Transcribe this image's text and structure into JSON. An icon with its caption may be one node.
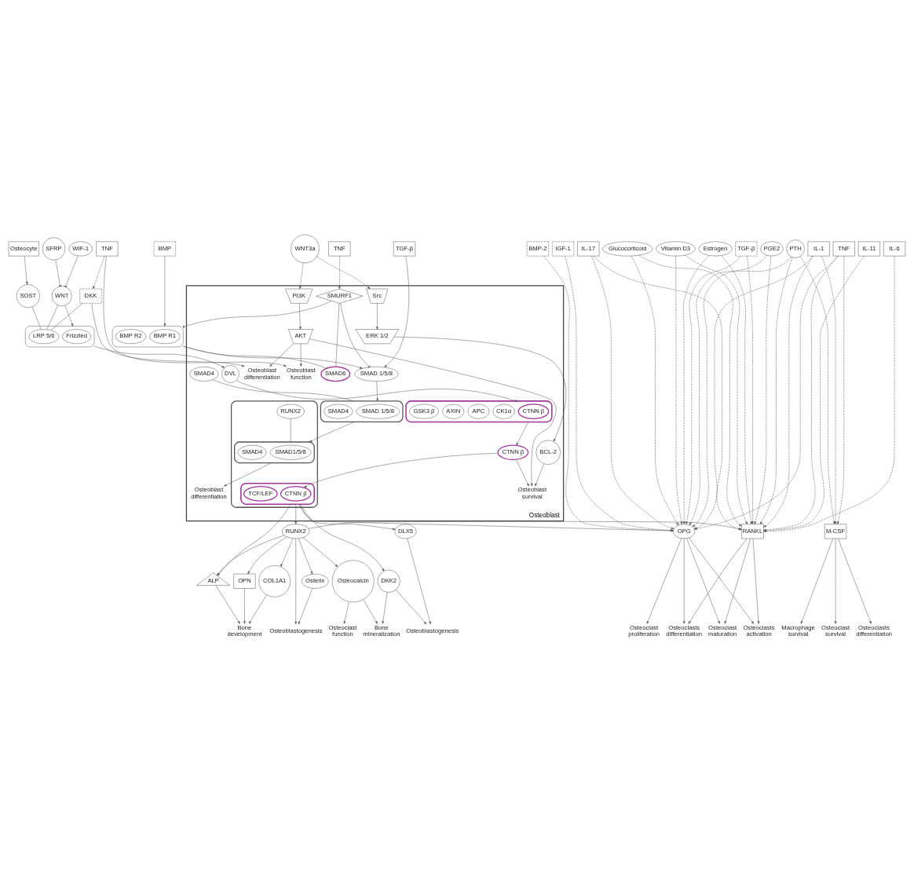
{
  "diagram": {
    "nodes": [
      {
        "text": [
          "IGF-1"
        ]
      },
      {
        "text": [
          "BMP-2"
        ]
      },
      {
        "text": [
          "PGE2"
        ]
      },
      {
        "text": [
          "Glucocorticoid"
        ]
      },
      {
        "text": [
          "Estrogen"
        ]
      },
      {
        "text": [
          "Vitamin D3"
        ]
      },
      {
        "text": [
          "PTH"
        ]
      },
      {
        "text": [
          "TNF"
        ]
      },
      {
        "text": [
          "IL-1"
        ]
      },
      {
        "text": [
          "IL-17"
        ]
      },
      {
        "text": [
          "TGF-β"
        ]
      },
      {
        "text": [
          "IL-11"
        ]
      },
      {
        "text": [
          "IL-6"
        ]
      },
      {
        "text": [
          "SFRP"
        ]
      },
      {
        "text": [
          "Osteocyte"
        ]
      },
      {
        "text": [
          "WIF-1"
        ]
      },
      {
        "text": [
          "TNF"
        ]
      },
      {
        "text": [
          "WNT"
        ]
      },
      {
        "text": [
          "SOST"
        ]
      },
      {
        "text": [
          "DKK"
        ]
      },
      {
        "text": [
          "WNT3a"
        ]
      },
      {
        "text": [
          "TGF-β"
        ]
      },
      {
        "text": [
          "BMP"
        ]
      },
      {
        "text": [
          "TNF"
        ]
      },
      {
        "text": [
          "Osteoblast"
        ]
      },
      {
        "text": [],
        "shape": "box"
      },
      {
        "text": [
          "Frizzled"
        ],
        "in": 25
      },
      {
        "text": [
          "LRP 5/6"
        ],
        "in": 25
      },
      {
        "text": [],
        "shape": "box"
      },
      {
        "text": [
          "BMP R1"
        ],
        "in": 28
      },
      {
        "text": [
          "BMP R2"
        ],
        "in": 28
      },
      {
        "text": [
          "DVL"
        ],
        "in": 24
      },
      {
        "text": [],
        "shape": "box",
        "in": 24
      },
      {
        "text": [
          "CTNN β"
        ],
        "in": 32
      },
      {
        "text": [
          "CK1α"
        ],
        "in": 32
      },
      {
        "text": [
          "APC"
        ],
        "in": 32
      },
      {
        "text": [
          "AXIN"
        ],
        "in": 32
      },
      {
        "text": [
          "GSK3 β"
        ],
        "in": 32
      },
      {
        "text": [
          "Osteoblast function"
        ],
        "in": 24
      },
      {
        "text": [
          "PI3K"
        ],
        "in": 24
      },
      {
        "text": [
          "Src"
        ],
        "in": 24
      },
      {
        "text": [
          "AKT"
        ],
        "in": 24
      },
      {
        "text": [
          "ERK 1/2"
        ],
        "in": 24
      },
      {
        "text": [
          "BCL-2"
        ],
        "in": 24
      },
      {
        "text": [
          "Osteoblast differentiation"
        ],
        "in": 24
      },
      {
        "text": [
          "SMAD6"
        ],
        "in": 24
      },
      {
        "text": [
          "SMAD 1/5/8"
        ],
        "in": 24
      },
      {
        "text": [
          "SMURF1"
        ],
        "in": 24
      },
      {
        "text": [
          "SMAD4"
        ],
        "in": 24
      },
      {
        "text": [],
        "shape": "box",
        "in": 24
      },
      {
        "text": [
          "SMAD 1/5/8"
        ],
        "in": 49
      },
      {
        "text": [
          "SMAD4"
        ],
        "in": 49
      },
      {
        "text": [
          "CTNN β"
        ],
        "in": 24
      },
      {
        "text": [
          "Osteoblast survival"
        ],
        "in": 24
      },
      {
        "text": [],
        "shape": "box",
        "in": 24
      },
      {
        "text": [],
        "shape": "box",
        "in": 54
      },
      {
        "text": [
          "CTNN β"
        ],
        "in": 55
      },
      {
        "text": [
          "TCF/LEF"
        ],
        "in": 55
      },
      {
        "text": [
          "RUNX2"
        ],
        "in": 54
      },
      {
        "text": [],
        "shape": "box",
        "in": 54
      },
      {
        "text": [
          "SMAD1/5/8"
        ],
        "in": 59
      },
      {
        "text": [
          "SMAD4"
        ],
        "in": 59
      },
      {
        "text": [
          "Osteoblast differentiation"
        ],
        "in": 24
      },
      {
        "text": [
          "M-CSF"
        ]
      },
      {
        "text": [
          "OPG"
        ]
      },
      {
        "text": [
          "RANKL"
        ]
      },
      {
        "text": [
          "RUNX2"
        ]
      },
      {
        "text": [
          "Osterix"
        ]
      },
      {
        "text": [
          "ALP"
        ]
      },
      {
        "text": [
          "COL1A1"
        ]
      },
      {
        "text": [
          "OPN"
        ]
      },
      {
        "text": [
          "Osteocalcin"
        ]
      },
      {
        "text": [
          "DKK2"
        ]
      },
      {
        "text": [
          "DLX5"
        ]
      },
      {
        "text": [
          "Macrophage survival"
        ]
      },
      {
        "text": [
          "Osteoclast survival"
        ]
      },
      {
        "text": [
          "Osteoclasts differentiation"
        ]
      },
      {
        "text": [
          "Osteoclast proliferation"
        ]
      },
      {
        "text": [
          "Osteoclasts differentiation"
        ]
      },
      {
        "text": [
          "Osteoclast maturation"
        ]
      },
      {
        "text": [
          "Osteoclasts activation"
        ]
      },
      {
        "text": [
          "Osteoblastogenesis"
        ]
      },
      {
        "text": [
          "Bone development"
        ]
      },
      {
        "text": [
          "Osteoclast function"
        ]
      },
      {
        "text": [
          "Bone mineralization"
        ]
      },
      {
        "text": [
          "Osteoblastogenesis"
        ]
      }
    ],
    "edges": [
      {
        "from": 15,
        "to": 17,
        "arrow": "other"
      },
      {
        "from": 13,
        "to": 17,
        "arrow": "other"
      },
      {
        "from": 14,
        "to": 18,
        "arrow": "to"
      },
      {
        "from": 16,
        "to": 19,
        "arrow": "to",
        "style": "dashed"
      },
      {
        "from": 17,
        "to": 25,
        "arrow": "to"
      },
      {
        "from": 17,
        "to": 27,
        "arrow": "none"
      },
      {
        "from": 18,
        "to": 27,
        "arrow": "none"
      },
      {
        "from": 19,
        "to": 27,
        "arrow": "none"
      },
      {
        "from": 16,
        "to": 38,
        "arrow": "to"
      },
      {
        "from": 19,
        "to": 44,
        "arrow": "to"
      },
      {
        "from": 25,
        "to": 31,
        "arrow": "to"
      },
      {
        "from": 31,
        "to": 32,
        "arrow": "other"
      },
      {
        "from": 32,
        "to": 52,
        "arrow": "to"
      },
      {
        "from": 52,
        "to": 53,
        "arrow": "to"
      },
      {
        "from": 52,
        "to": 56,
        "arrow": "to"
      },
      {
        "from": 20,
        "to": 39,
        "arrow": "to",
        "style": "dashed"
      },
      {
        "from": 20,
        "to": 40,
        "arrow": "to",
        "style": "dashed"
      },
      {
        "from": 39,
        "to": 41,
        "arrow": "to"
      },
      {
        "from": 40,
        "to": 42,
        "arrow": "to"
      },
      {
        "from": 42,
        "to": 43,
        "arrow": "to"
      },
      {
        "from": 41,
        "to": 38,
        "arrow": "to"
      },
      {
        "from": 41,
        "to": 44,
        "arrow": "to"
      },
      {
        "from": 41,
        "to": 53,
        "arrow": "to"
      },
      {
        "from": 43,
        "to": 53,
        "arrow": "to"
      },
      {
        "from": 21,
        "to": 46,
        "arrow": "to"
      },
      {
        "from": 22,
        "to": 28,
        "arrow": "to"
      },
      {
        "from": 23,
        "to": 47,
        "arrow": "to",
        "style": "dashed"
      },
      {
        "from": 28,
        "to": 46,
        "arrow": "to"
      },
      {
        "from": 28,
        "to": 45,
        "arrow": "none"
      },
      {
        "from": 45,
        "to": 47,
        "arrow": "none"
      },
      {
        "from": 47,
        "to": 28,
        "arrow": "other"
      },
      {
        "from": 47,
        "to": 46,
        "arrow": "other"
      },
      {
        "from": 46,
        "to": 49,
        "arrow": "to"
      },
      {
        "from": 48,
        "to": 49,
        "arrow": "none"
      },
      {
        "from": 49,
        "to": 59,
        "arrow": "to"
      },
      {
        "from": 58,
        "to": 59,
        "arrow": "none"
      },
      {
        "from": 59,
        "to": 62,
        "arrow": "to"
      },
      {
        "from": 55,
        "to": 64,
        "arrow": "to"
      },
      {
        "from": 55,
        "to": 66,
        "arrow": "to"
      },
      {
        "from": 55,
        "to": 68,
        "arrow": "to"
      },
      {
        "from": 55,
        "to": 72,
        "arrow": "to"
      },
      {
        "from": 55,
        "to": 73,
        "arrow": "to"
      },
      {
        "from": 0,
        "to": 64,
        "arrow": "to",
        "style": "dashed"
      },
      {
        "from": 1,
        "to": 64,
        "arrow": "to",
        "style": "dashed"
      },
      {
        "from": 2,
        "to": 64,
        "arrow": "to",
        "style": "dashed"
      },
      {
        "from": 2,
        "to": 65,
        "arrow": "to",
        "style": "dashed"
      },
      {
        "from": 3,
        "to": 64,
        "arrow": "to",
        "style": "dashed"
      },
      {
        "from": 3,
        "to": 65,
        "arrow": "to",
        "style": "dashed"
      },
      {
        "from": 4,
        "to": 64,
        "arrow": "to",
        "style": "dashed"
      },
      {
        "from": 4,
        "to": 65,
        "arrow": "to",
        "style": "dashed"
      },
      {
        "from": 5,
        "to": 64,
        "arrow": "to",
        "style": "dashed"
      },
      {
        "from": 5,
        "to": 65,
        "arrow": "to",
        "style": "dashed"
      },
      {
        "from": 6,
        "to": 63,
        "arrow": "to",
        "style": "dashed"
      },
      {
        "from": 6,
        "to": 64,
        "arrow": "to",
        "style": "dashed"
      },
      {
        "from": 6,
        "to": 65,
        "arrow": "to",
        "style": "dashed"
      },
      {
        "from": 7,
        "to": 63,
        "arrow": "to",
        "style": "dashed"
      },
      {
        "from": 7,
        "to": 64,
        "arrow": "to",
        "style": "dashed"
      },
      {
        "from": 7,
        "to": 65,
        "arrow": "to",
        "style": "dashed"
      },
      {
        "from": 8,
        "to": 63,
        "arrow": "to",
        "style": "dashed"
      },
      {
        "from": 8,
        "to": 64,
        "arrow": "to",
        "style": "dashed"
      },
      {
        "from": 8,
        "to": 65,
        "arrow": "to",
        "style": "dashed"
      },
      {
        "from": 9,
        "to": 64,
        "arrow": "to",
        "style": "dashed"
      },
      {
        "from": 9,
        "to": 65,
        "arrow": "to",
        "style": "dashed"
      },
      {
        "from": 10,
        "to": 64,
        "arrow": "to",
        "style": "dashed"
      },
      {
        "from": 10,
        "to": 65,
        "arrow": "to",
        "style": "dashed"
      },
      {
        "from": 11,
        "to": 65,
        "arrow": "to",
        "style": "dashed"
      },
      {
        "from": 12,
        "to": 65,
        "arrow": "to",
        "style": "dashed"
      },
      {
        "from": 63,
        "to": 74,
        "arrow": "to"
      },
      {
        "from": 63,
        "to": 75,
        "arrow": "to"
      },
      {
        "from": 63,
        "to": 76,
        "arrow": "to"
      },
      {
        "from": 64,
        "to": 77,
        "arrow": "to"
      },
      {
        "from": 64,
        "to": 78,
        "arrow": "to"
      },
      {
        "from": 64,
        "to": 79,
        "arrow": "to"
      },
      {
        "from": 64,
        "to": 80,
        "arrow": "to"
      },
      {
        "from": 65,
        "to": 78,
        "arrow": "to"
      },
      {
        "from": 65,
        "to": 79,
        "arrow": "to"
      },
      {
        "from": 65,
        "to": 80,
        "arrow": "to"
      },
      {
        "from": 66,
        "to": 65,
        "arrow": "to"
      },
      {
        "from": 66,
        "to": 67,
        "arrow": "to"
      },
      {
        "from": 66,
        "to": 81,
        "arrow": "to"
      },
      {
        "from": 66,
        "to": 68,
        "arrow": "to"
      },
      {
        "from": 66,
        "to": 69,
        "arrow": "to"
      },
      {
        "from": 66,
        "to": 70,
        "arrow": "to"
      },
      {
        "from": 66,
        "to": 71,
        "arrow": "to"
      },
      {
        "from": 67,
        "to": 81,
        "arrow": "to"
      },
      {
        "from": 68,
        "to": 82,
        "arrow": "to"
      },
      {
        "from": 69,
        "to": 82,
        "arrow": "to"
      },
      {
        "from": 70,
        "to": 82,
        "arrow": "to"
      },
      {
        "from": 71,
        "to": 83,
        "arrow": "to"
      },
      {
        "from": 71,
        "to": 84,
        "arrow": "to"
      },
      {
        "from": 72,
        "to": 84,
        "arrow": "to"
      },
      {
        "from": 72,
        "to": 85,
        "arrow": "to"
      },
      {
        "from": 73,
        "to": 85,
        "arrow": "to"
      }
    ]
  }
}
